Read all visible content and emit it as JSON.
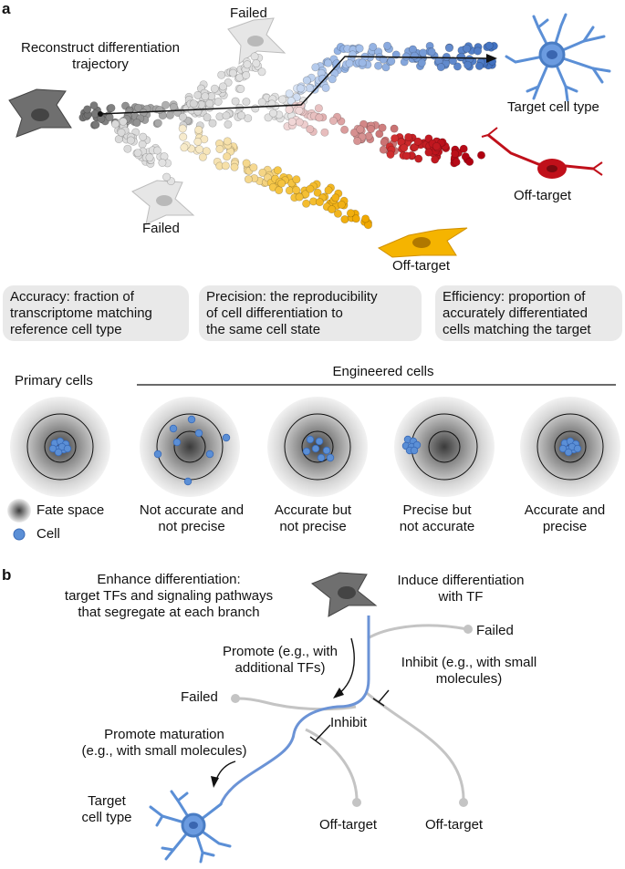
{
  "panel_a": {
    "label": "a",
    "title": "Reconstruct differentiation\ntrajectory",
    "failed_top": "Failed",
    "failed_left": "Failed",
    "target": "Target cell type",
    "offtarget_red": "Off-target",
    "offtarget_yellow": "Off-target",
    "definitions": [
      "Accuracy: fraction of\ntranscriptome matching\nreference cell type",
      "Precision: the reproducibility\nof cell differentiation to\nthe same cell state",
      "Efficiency: proportion of\naccurately differentiated\ncells matching the target"
    ],
    "primary_cells": "Primary cells",
    "engineered_cells": "Engineered cells",
    "legend": {
      "fate_space": "Fate space",
      "cell": "Cell"
    },
    "target_captions": [
      "Not accurate and\nnot precise",
      "Accurate but\nnot precise",
      "Precise but\nnot accurate",
      "Accurate and\nprecise"
    ]
  },
  "panel_b": {
    "label": "b",
    "enhance": "Enhance differentiation:\ntarget TFs and signaling pathways\nthat segregate at each branch",
    "induce": "Induce differentiation\nwith TF",
    "failed_right": "Failed",
    "promote": "Promote (e.g., with\nadditional TFs)",
    "inhibit_long": "Inhibit (e.g., with small\nmolecules)",
    "failed_left": "Failed",
    "inhibit_short": "Inhibit",
    "promote_maturation": "Promote maturation\n(e.g., with small molecules)",
    "target": "Target\ncell type",
    "offtarget_1": "Off-target",
    "offtarget_2": "Off-target"
  },
  "colors": {
    "blue_cell": "#5b8fd6",
    "blue_line": "#6b93d6",
    "red_cell": "#c0101a",
    "yellow_cell": "#f5b400",
    "grey_cell": "#d9d9d9",
    "dark_cell": "#6f6f6f",
    "box_bg": "#e9e9e9"
  }
}
